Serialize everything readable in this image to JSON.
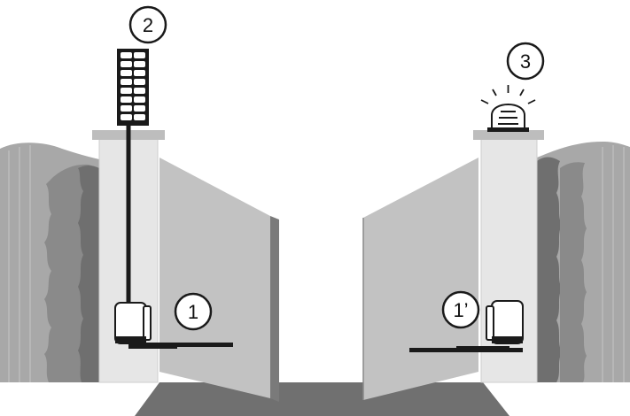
{
  "callouts": {
    "motor_left": "1",
    "solar_panel": "2",
    "flashing_light": "3",
    "motor_right": "1’"
  },
  "colors": {
    "hedge": "#9a9a9a",
    "hedge_dark": "#7e7e7e",
    "pillar": "#e6e6e6",
    "gate": "#c2c2c2",
    "gate_edge": "#7a7a7a",
    "driveway": "#707070",
    "outline": "#1a1a1a"
  },
  "icons": [
    "solar-panel-icon",
    "flashing-light-icon",
    "gate-motor-icon"
  ]
}
